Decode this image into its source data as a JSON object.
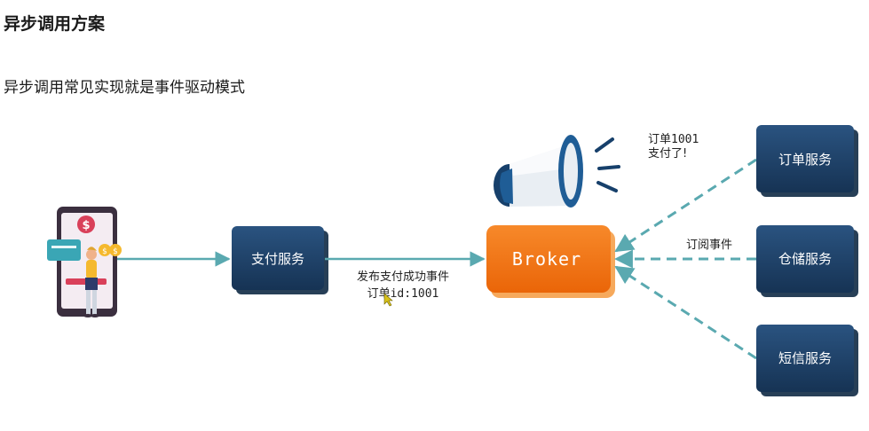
{
  "heading": "异步调用方案",
  "subtitle": "异步调用常见实现就是事件驱动模式",
  "nodes": {
    "payment": "支付服务",
    "broker": "Broker",
    "order": "订单服务",
    "storage": "仓储服务",
    "sms": "短信服务"
  },
  "labels": {
    "publish_line1": "发布支付成功事件",
    "publish_line2": "订单id:1001",
    "subscribe": "订阅事件",
    "announce_line1": "订单1001",
    "announce_line2": "支付了!"
  },
  "colors": {
    "service_node": "#1d3e66",
    "broker": "#f27a12",
    "arrow": "#5aa9b0",
    "megaphone": "#1f5d96"
  },
  "icons": {
    "phone": "phone-payment-icon",
    "megaphone": "megaphone-icon",
    "cursor": "cursor-icon"
  }
}
